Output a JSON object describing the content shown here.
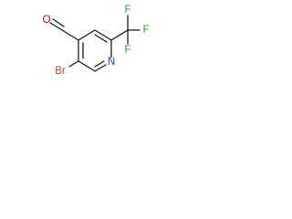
{
  "structure": {
    "atoms": {
      "oxygen": {
        "symbol": "O",
        "color": "#d0021b"
      },
      "bromine": {
        "symbol": "Br",
        "color": "#a0522d"
      },
      "nitrogen": {
        "symbol": "N",
        "color": "#1f3fbf"
      },
      "fluorine_top": {
        "symbol": "F",
        "color": "#2e9e3e"
      },
      "fluorine_right": {
        "symbol": "F",
        "color": "#2e9e3e"
      },
      "fluorine_bottom": {
        "symbol": "F",
        "color": "#2e9e3e"
      }
    },
    "bond_color": "#1a1a1a"
  }
}
